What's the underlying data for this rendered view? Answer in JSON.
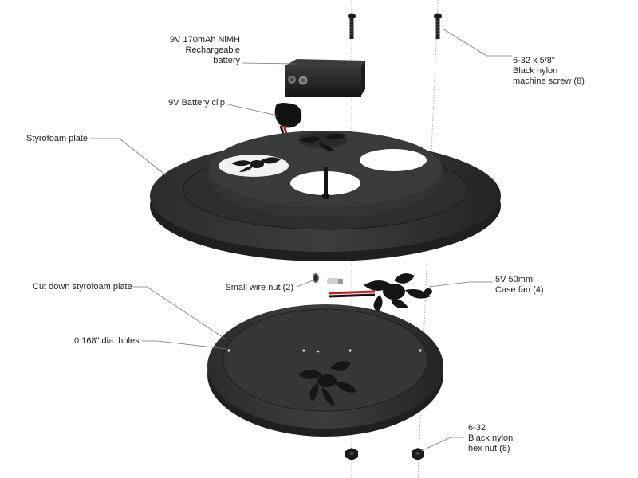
{
  "labels": {
    "battery": [
      "9V 170mAh NiMH",
      "Rechargeable",
      "battery"
    ],
    "screw": [
      "6-32 x 5/8\"",
      "Black nylon",
      "machine screw (8)"
    ],
    "clip": "9V Battery clip",
    "styrofoam_plate": "Styrofoam plate",
    "cut_down_plate": "Cut down styrofoam plate",
    "wire_nut": "Small wire nut (2)",
    "fan": [
      "5V 50mm",
      "Case fan (4)"
    ],
    "holes": "0.168\" dia. holes",
    "hex_nut": [
      "6-32",
      "Black nylon",
      "hex nut (8)"
    ]
  },
  "colors": {
    "part_dark": "#262626",
    "part_mid": "#3a3a3a",
    "part_light": "#4a4a4a",
    "leader": "#777777",
    "wire_red": "#cc1a1a"
  }
}
